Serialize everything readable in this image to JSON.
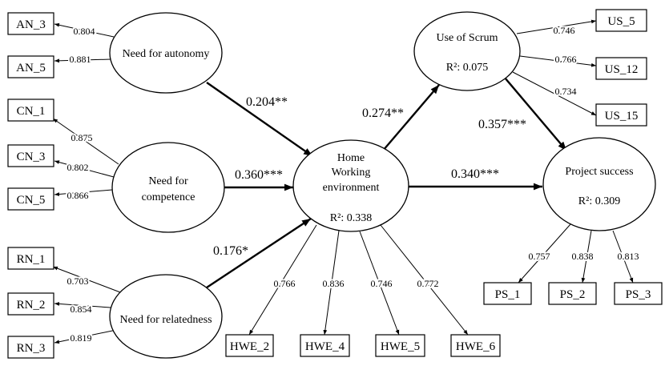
{
  "latents": [
    {
      "id": "NA",
      "lines": [
        "Need for autonomy"
      ],
      "r2": ""
    },
    {
      "id": "NC",
      "lines": [
        "Need for",
        "competence"
      ],
      "r2": ""
    },
    {
      "id": "NR",
      "lines": [
        "Need for relatedness"
      ],
      "r2": ""
    },
    {
      "id": "HWE",
      "lines": [
        "Home",
        "Working",
        "environment"
      ],
      "r2": "R²: 0.338"
    },
    {
      "id": "US",
      "lines": [
        "Use of Scrum"
      ],
      "r2": "R²: 0.075"
    },
    {
      "id": "PS",
      "lines": [
        "Project success"
      ],
      "r2": "R²: 0.309"
    }
  ],
  "indicators": [
    {
      "id": "AN_3",
      "label": "AN_3",
      "latent": "NA",
      "loading": "0.804"
    },
    {
      "id": "AN_5",
      "label": "AN_5",
      "latent": "NA",
      "loading": "0.881"
    },
    {
      "id": "CN_1",
      "label": "CN_1",
      "latent": "NC",
      "loading": "0.875"
    },
    {
      "id": "CN_3",
      "label": "CN_3",
      "latent": "NC",
      "loading": "0.802"
    },
    {
      "id": "CN_5",
      "label": "CN_5",
      "latent": "NC",
      "loading": "0.866"
    },
    {
      "id": "RN_1",
      "label": "RN_1",
      "latent": "NR",
      "loading": "0.703"
    },
    {
      "id": "RN_2",
      "label": "RN_2",
      "latent": "NR",
      "loading": "0.854"
    },
    {
      "id": "RN_3",
      "label": "RN_3",
      "latent": "NR",
      "loading": "0.819"
    },
    {
      "id": "HWE_2",
      "label": "HWE_2",
      "latent": "HWE",
      "loading": "0.766"
    },
    {
      "id": "HWE_4",
      "label": "HWE_4",
      "latent": "HWE",
      "loading": "0.836"
    },
    {
      "id": "HWE_5",
      "label": "HWE_5",
      "latent": "HWE",
      "loading": "0.746"
    },
    {
      "id": "HWE_6",
      "label": "HWE_6",
      "latent": "HWE",
      "loading": "0.772"
    },
    {
      "id": "US_5",
      "label": "US_5",
      "latent": "US",
      "loading": "0.746"
    },
    {
      "id": "US_12",
      "label": "US_12",
      "latent": "US",
      "loading": "0.766"
    },
    {
      "id": "US_15",
      "label": "US_15",
      "latent": "US",
      "loading": "0.734"
    },
    {
      "id": "PS_1",
      "label": "PS_1",
      "latent": "PS",
      "loading": "0.757"
    },
    {
      "id": "PS_2",
      "label": "PS_2",
      "latent": "PS",
      "loading": "0.838"
    },
    {
      "id": "PS_3",
      "label": "PS_3",
      "latent": "PS",
      "loading": "0.813"
    }
  ],
  "paths": [
    {
      "from": "NA",
      "to": "HWE",
      "coef": "0.204**"
    },
    {
      "from": "NC",
      "to": "HWE",
      "coef": "0.360***"
    },
    {
      "from": "NR",
      "to": "HWE",
      "coef": "0.176*"
    },
    {
      "from": "HWE",
      "to": "US",
      "coef": "0.274**"
    },
    {
      "from": "HWE",
      "to": "PS",
      "coef": "0.340***"
    },
    {
      "from": "US",
      "to": "PS",
      "coef": "0.357***"
    }
  ]
}
